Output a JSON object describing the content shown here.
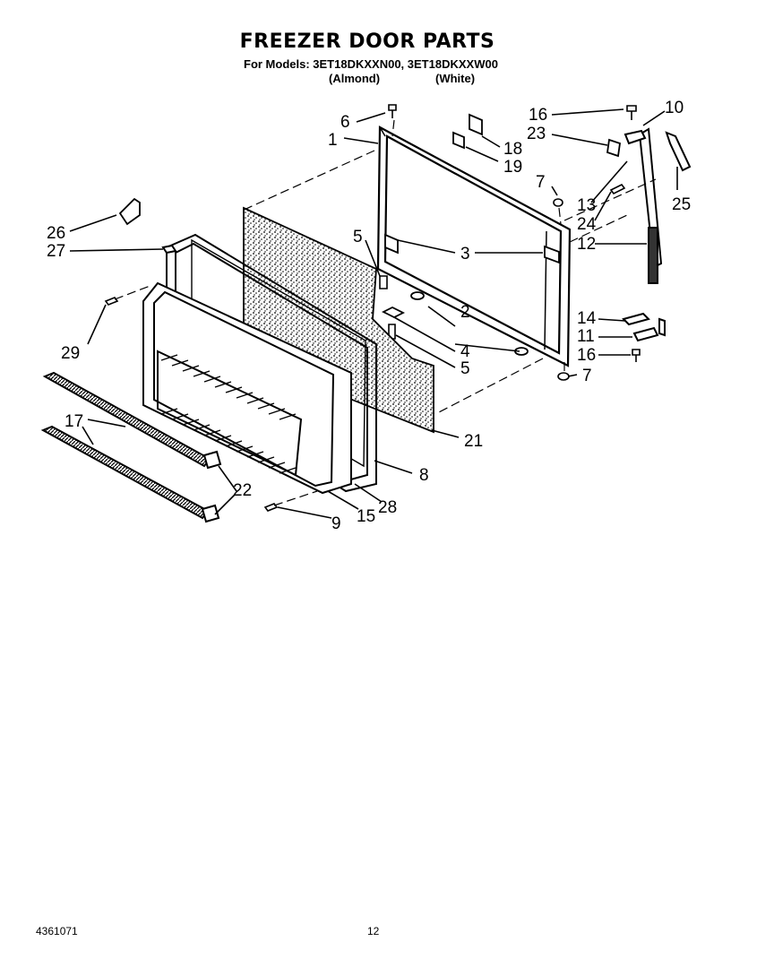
{
  "title": "FREEZER DOOR PARTS",
  "models_line": "For Models: 3ET18DKXXN00, 3ET18DKXXW00",
  "finish_almond": "(Almond)",
  "finish_white": "(White)",
  "footer_code": "4361071",
  "footer_page": "12",
  "callouts": {
    "c1": "1",
    "c2": "2",
    "c3": "3",
    "c4": "4",
    "c5a": "5",
    "c5b": "5",
    "c6": "6",
    "c7a": "7",
    "c7b": "7",
    "c8": "8",
    "c9": "9",
    "c10": "10",
    "c11": "11",
    "c12": "12",
    "c13": "13",
    "c14": "14",
    "c15": "15",
    "c16a": "16",
    "c16b": "16",
    "c17": "17",
    "c18": "18",
    "c19": "19",
    "c21": "21",
    "c22": "22",
    "c23": "23",
    "c24": "24",
    "c25": "25",
    "c26": "26",
    "c27": "27",
    "c28": "28",
    "c29": "29"
  }
}
